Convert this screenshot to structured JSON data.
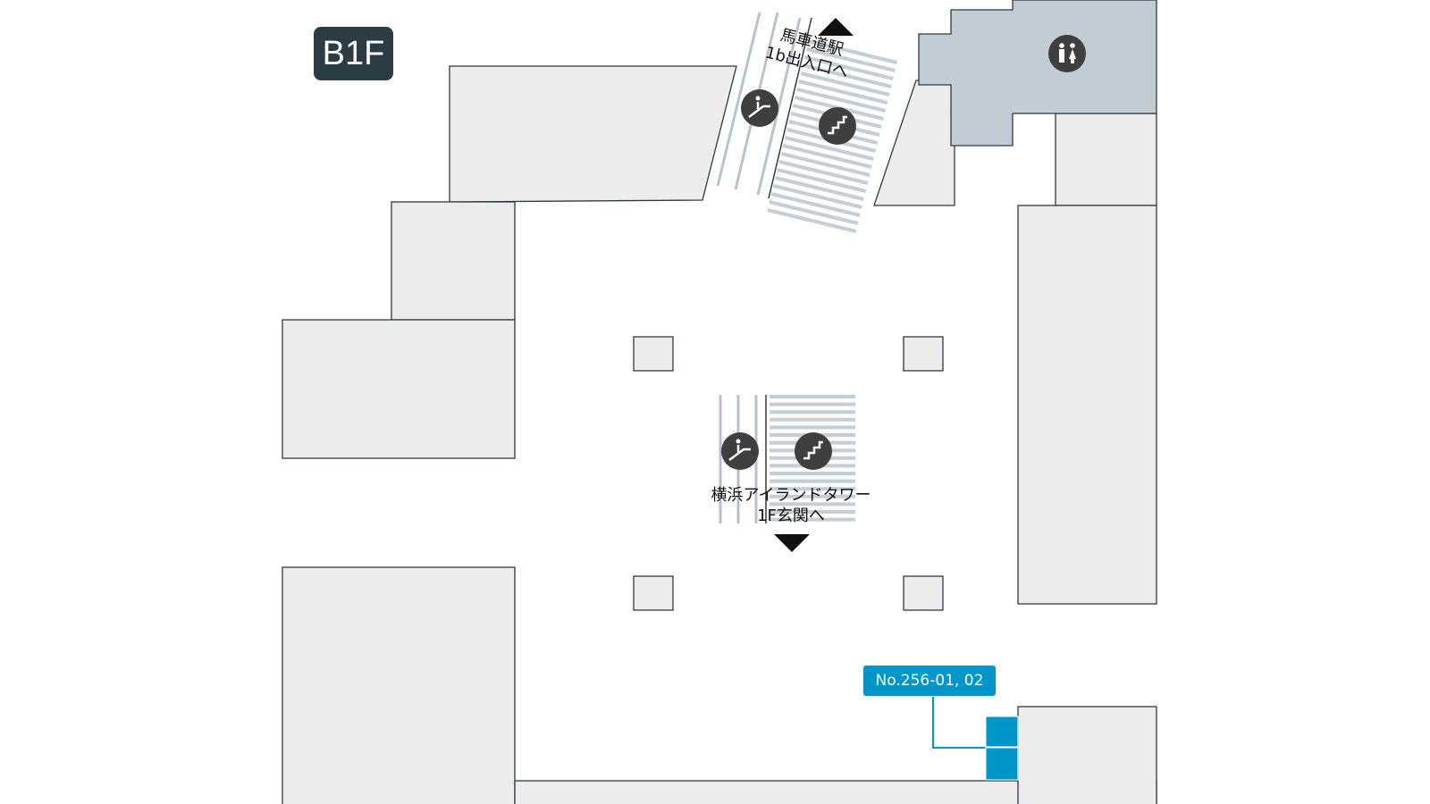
{
  "floor": {
    "label": "B1F"
  },
  "routes": {
    "north_exit": [
      "馬車道駅",
      "1b出入口へ"
    ],
    "south_exit": [
      "横浜アイランドタワー",
      "1F玄関へ"
    ]
  },
  "locker": {
    "label": "No.256-01, 02"
  },
  "icons": [
    "escalator-icon",
    "stairs-icon",
    "restroom-icon"
  ],
  "colors": {
    "block_fill": "#ececec",
    "restroom_area": "#c1ccd5",
    "locker": "#0096c8",
    "badge": "#2c3c44",
    "icon_circle": "#3f3f3f"
  }
}
